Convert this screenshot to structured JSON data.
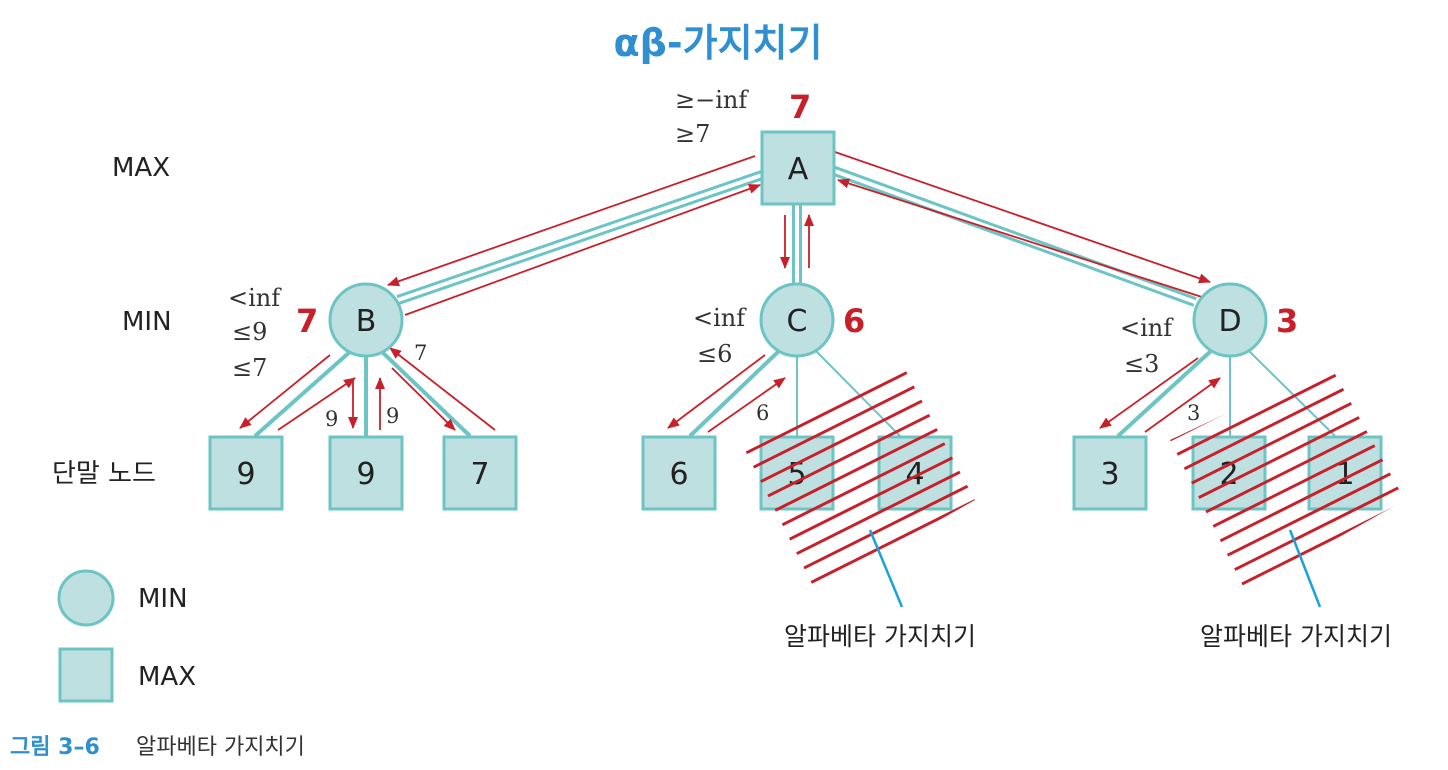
{
  "title": "αβ-가지치기",
  "levels": {
    "max": "MAX",
    "min": "MIN",
    "leaf": "단말 노드"
  },
  "root": {
    "label": "A",
    "value": "7",
    "notes": [
      "≥−inf",
      "≥7"
    ]
  },
  "min_nodes": [
    {
      "label": "B",
      "value": "7",
      "notes": [
        "<inf",
        "≤9",
        "≤7"
      ]
    },
    {
      "label": "C",
      "value": "6",
      "notes": [
        "<inf",
        "≤6"
      ]
    },
    {
      "label": "D",
      "value": "3",
      "notes": [
        "<inf",
        "≤3"
      ]
    }
  ],
  "leaves": [
    "9",
    "9",
    "7",
    "6",
    "5",
    "4",
    "3",
    "2",
    "1"
  ],
  "edge_labels": {
    "b_leaf1": "9",
    "b_leaf2": "9",
    "b_up": "7",
    "c_up": "6",
    "d_up": "3"
  },
  "prune_labels": [
    "알파베타 가지치기",
    "알파베타 가지치기"
  ],
  "legend": {
    "min": "MIN",
    "max": "MAX"
  },
  "figure": {
    "number": "그림 3–6",
    "caption": "알파베타 가지치기"
  },
  "colors": {
    "node_fill": "#bfe0e0",
    "node_stroke": "#6cc4c4",
    "arrow": "#c8202a",
    "title": "#2f8fd0"
  }
}
